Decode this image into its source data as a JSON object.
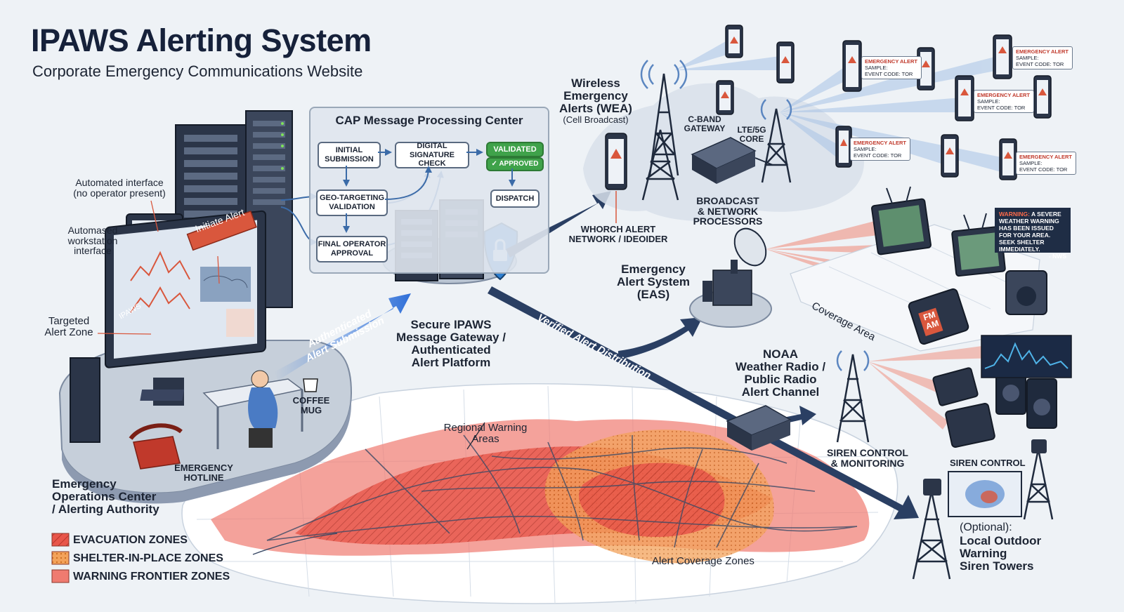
{
  "header": {
    "title": "IPAWS Alerting System",
    "subtitle": "Corporate Emergency Communications Website"
  },
  "processing_center": {
    "title": "CAP Message Processing Center",
    "steps": {
      "initial": "INITIAL SUBMISSION",
      "signature": "DIGITAL SIGNATURE CHECK",
      "validated": "VALIDATED",
      "approved": "✓ APPROVED",
      "geo": "GEO-TARGETING VALIDATION",
      "dispatch": "DISPATCH",
      "final": "FINAL OPERATOR APPROVAL"
    }
  },
  "left_labels": {
    "automated_interface": "Automated interface\n(no operator present)",
    "automased_workstation": "Automased\nworkstation\ninterface",
    "targeted_zone": "Targeted\nAlert Zone",
    "initiate_alert": "Initiate Alert",
    "ipaws_screen": "IPAWS",
    "coffee_mug": "COFFEE\nMUG",
    "emergency_hotline": "EMERGENCY\nHOTLINE",
    "eoc": "Emergency\nOperations Center\n/ Alerting Authority"
  },
  "center_labels": {
    "auth_submission": "Authenticated\nAlert Submission",
    "gateway": "Secure IPAWS\nMessage Gateway /\nAuthenticated\nAlert Platform",
    "verified_distribution": "Verified Alert Distribution",
    "regional_areas": "Regional Warning\nAreas",
    "coverage_zones": "Alert Coverage Zones"
  },
  "wea": {
    "title": "Wireless\nEmergency\nAlerts (WEA)",
    "sub": "(Cell Broadcast)",
    "cband": "C-BAND\nGATEWAY",
    "lte": "LTE/5G\nCORE",
    "whorch": "WHORCH ALERT\nNETWORK / IDEOIDER",
    "broadcast": "BROADCAST\n& NETWORK\nPROCESSORS"
  },
  "alert_card": {
    "heading": "EMERGENCY ALERT",
    "line1": "SAMPLE:",
    "line2": "EVENT CODE: TOR"
  },
  "eas": {
    "title": "Emergency\nAlert System\n(EAS)",
    "coverage": "Coverage Area",
    "nws_warning": "WARNING:",
    "nws_text": " A SEVERE WEATHER WARNING HAS BEEN ISSUED FOR YOUR AREA. SEEK SHELTER IMMEDIATELY.",
    "nws_sig": "- NWS",
    "fm_am": "FM\nAM"
  },
  "noaa": {
    "title": "NOAA\nWeather Radio /\nPublic Radio\nAlert Channel",
    "siren_control_monitoring": "SIREN CONTROL\n& MONITORING",
    "siren_control": "SIREN CONTROL",
    "optional_prefix": "(Optional):",
    "optional_text": "Local Outdoor\nWarning\nSiren Towers"
  },
  "legend": {
    "evacuation": "EVACUATION ZONES",
    "shelter": "SHELTER-IN-PLACE ZONES",
    "warning": "WARNING FRONTIER ZONES"
  },
  "colors": {
    "evacuation": "#e8564a",
    "shelter": "#f3a25a",
    "warning": "#ef7b70",
    "arrow": "#2a3f63",
    "beam_blue": "#a9c4e6",
    "beam_red": "#f08a78"
  }
}
